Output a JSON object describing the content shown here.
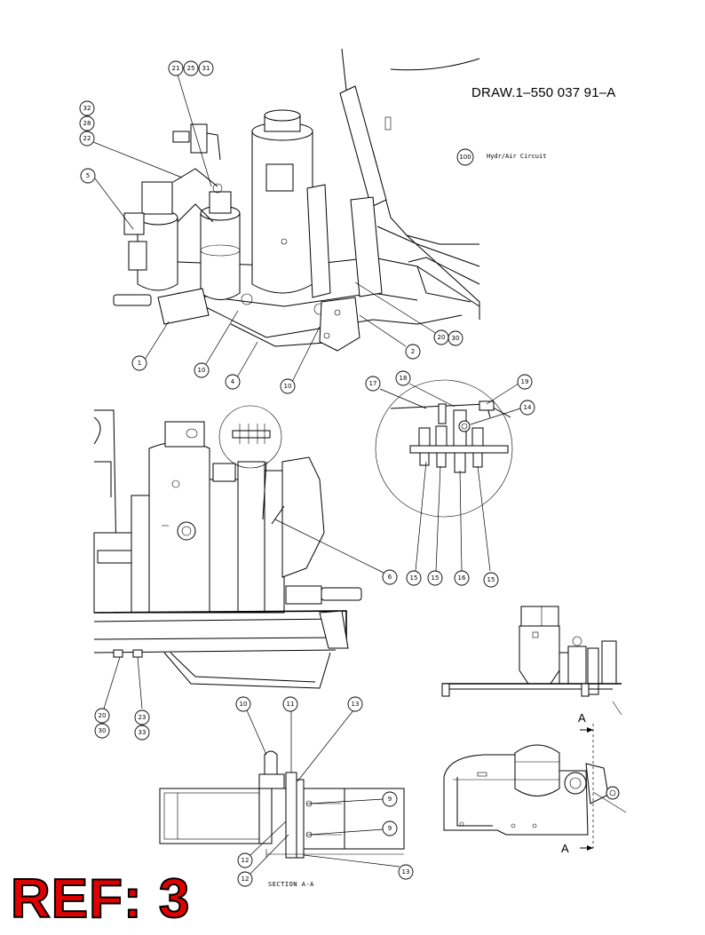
{
  "drawing": {
    "number": "DRAW.1–550 037 91–A",
    "legend": {
      "balloon": "100",
      "text": "Hydr/Air Circuit"
    },
    "section_label": "SECTION A-A",
    "view_letters": [
      "A",
      "A"
    ],
    "ref_label": "REF: 3",
    "ref_color": "#e10000"
  },
  "balloons": [
    "21",
    "25",
    "31",
    "32",
    "28",
    "22",
    "5",
    "1",
    "10",
    "4",
    "10",
    "2",
    "20",
    "30",
    "17",
    "18",
    "19",
    "14",
    "15",
    "15",
    "16",
    "15",
    "6",
    "20",
    "30",
    "23",
    "33",
    "10",
    "11",
    "13",
    "9",
    "9",
    "12",
    "12",
    "13"
  ]
}
